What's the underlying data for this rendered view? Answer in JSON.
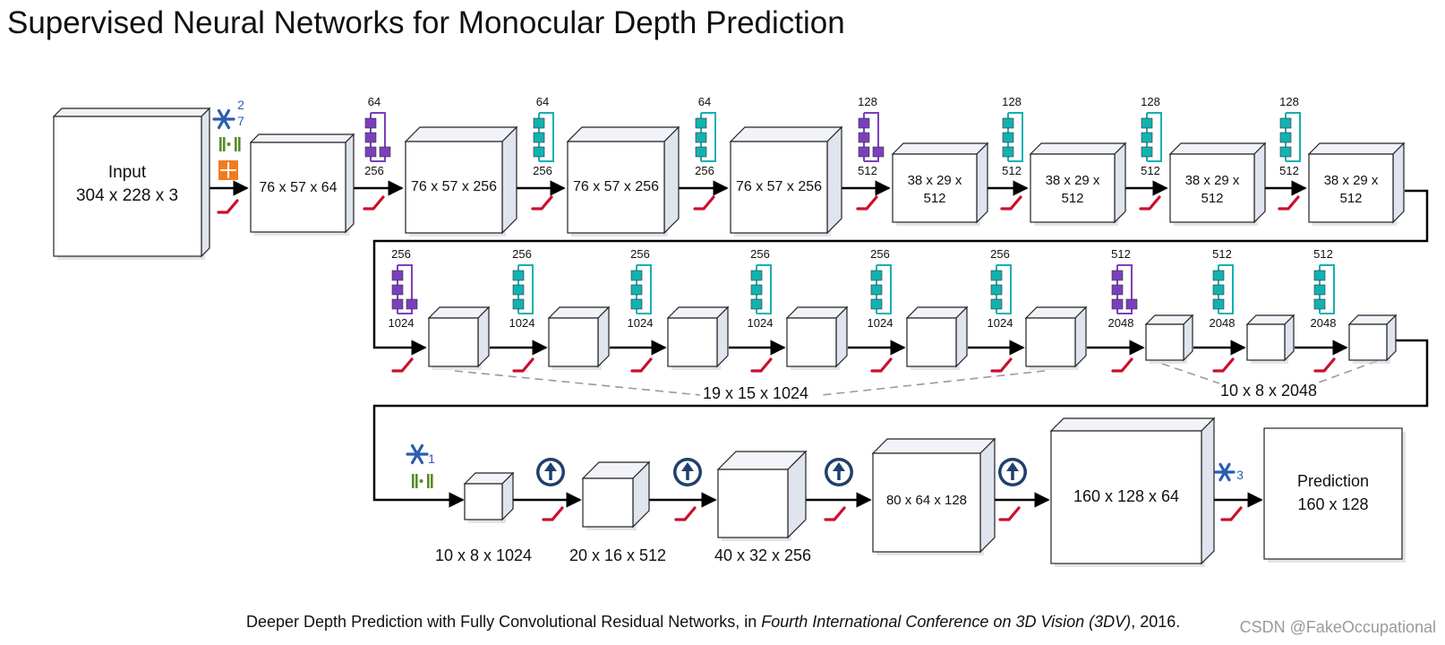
{
  "title": "Supervised Neural Networks for Monocular Depth Prediction",
  "citation": {
    "prefix": "Deeper Depth Prediction with Fully Convolutional Residual Networks, in ",
    "venue": "Fourth International Conference on 3D Vision (3DV)",
    "suffix": ", 2016."
  },
  "watermark": "CSDN @FakeOccupational",
  "input_block": {
    "line1": "Input",
    "line2": "304 x 228 x 3"
  },
  "stem_ops": {
    "conv_kernel": "7",
    "conv_stride": "2"
  },
  "row1": {
    "blocks": [
      "76 x 57 x 64",
      "76 x 57 x 256",
      "76 x 57 x 256",
      "76 x 57 x 256",
      "38 x 29 x 512",
      "38 x 29 x 512",
      "38 x 29 x 512",
      "38 x 29 x 512"
    ],
    "residuals": [
      {
        "kind": "projection",
        "top": "64",
        "bottom": "256"
      },
      {
        "kind": "identity",
        "top": "64",
        "bottom": "256"
      },
      {
        "kind": "identity",
        "top": "64",
        "bottom": "256"
      },
      {
        "kind": "projection",
        "top": "128",
        "bottom": "512"
      },
      {
        "kind": "identity",
        "top": "128",
        "bottom": "512"
      },
      {
        "kind": "identity",
        "top": "128",
        "bottom": "512"
      },
      {
        "kind": "identity",
        "top": "128",
        "bottom": "512"
      }
    ]
  },
  "row2": {
    "residuals": [
      {
        "kind": "projection",
        "top": "256",
        "bottom": "1024"
      },
      {
        "kind": "identity",
        "top": "256",
        "bottom": "1024"
      },
      {
        "kind": "identity",
        "top": "256",
        "bottom": "1024"
      },
      {
        "kind": "identity",
        "top": "256",
        "bottom": "1024"
      },
      {
        "kind": "identity",
        "top": "256",
        "bottom": "1024"
      },
      {
        "kind": "identity",
        "top": "256",
        "bottom": "1024"
      },
      {
        "kind": "projection",
        "top": "512",
        "bottom": "2048"
      },
      {
        "kind": "identity",
        "top": "512",
        "bottom": "2048"
      },
      {
        "kind": "identity",
        "top": "512",
        "bottom": "2048"
      }
    ],
    "group_label_a": "19 x 15 x 1024",
    "group_label_b": "10 x 8 x 2048"
  },
  "row3": {
    "conv1_sub": "1",
    "labels": [
      "10 x 8 x 1024",
      "20 x 16 x 512",
      "40 x 32 x 256"
    ],
    "inner_labels": [
      "80 x 64 x 128",
      "160 x 128 x 64"
    ],
    "conv3_sub": "3"
  },
  "output_block": {
    "line1": "Prediction",
    "line2": "160 x 128"
  },
  "colors": {
    "projection": "#7b3fbd",
    "identity": "#14b1b1",
    "relu": "#c8102e",
    "conv": "#2a5db0",
    "batchnorm": "#5a8a2a",
    "pool": "#f07c22",
    "upproj": "#1f3f6e",
    "box_face": "#ffffff",
    "box_side": "#dfe4ef",
    "box_top": "#f1f3f8"
  }
}
